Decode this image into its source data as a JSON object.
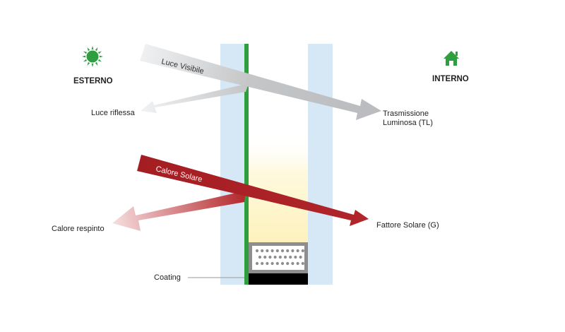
{
  "labels": {
    "outside": "ESTERNO",
    "inside": "INTERNO",
    "visible_light": "Luce Visibile",
    "reflected_light": "Luce riflessa",
    "light_transmission_line1": "Trasmissione",
    "light_transmission_line2": "Luminosa (TL)",
    "solar_heat": "Calore Solare",
    "rejected_heat": "Calore respinto",
    "solar_factor": "Fattore Solare (G)",
    "coating": "Coating"
  },
  "icons": {
    "outside": "sun-icon",
    "inside": "house-icon"
  },
  "colors": {
    "green": "#2e9e3e",
    "glass": "#d6e8f6",
    "light_arrow": "#c4c6c8",
    "heat_arrow": "#a41d22",
    "warm_glow": "#fdf4c4",
    "spacer_frame": "#8e8e8e",
    "sealant": "#000000"
  }
}
